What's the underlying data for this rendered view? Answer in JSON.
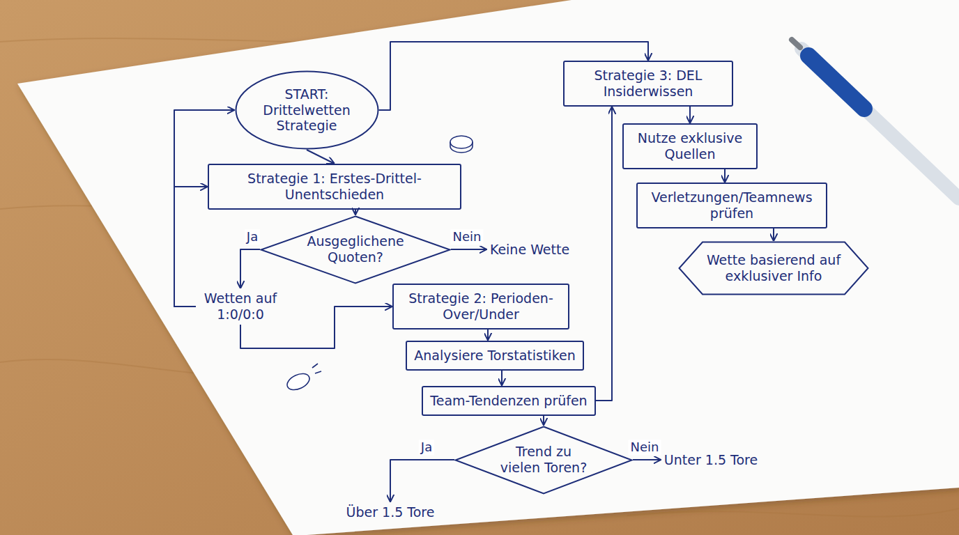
{
  "diagram": {
    "nodes": [
      {
        "text": [
          "START: Drittelwetten Strategie"
        ]
      },
      {
        "text": [
          "Strategie 1: Erstes-Drittel-Unentschieden"
        ]
      },
      {
        "text": [
          "Ausgeglichene Quoten?"
        ]
      },
      {
        "text": [
          "Keine Wette"
        ]
      },
      {
        "text": [
          "Wetten auf 1:0/0:0"
        ]
      },
      {
        "text": [
          "Strategie 2: Perioden-Over/Under"
        ]
      },
      {
        "text": [
          "Analysiere Torstatistiken"
        ]
      },
      {
        "text": [
          "Team-Tendenzen prüfen"
        ]
      },
      {
        "text": [
          "Trend zu vielen Toren?"
        ]
      },
      {
        "text": [
          "Über 1.5 Tore"
        ]
      },
      {
        "text": [
          "Unter 1.5 Tore"
        ]
      },
      {
        "text": [
          "Strategie 3: DEL Insiderwissen"
        ]
      },
      {
        "text": [
          "Nutze exklusive Quellen"
        ]
      },
      {
        "text": [
          "Verletzungen/Teamnews prüfen"
        ]
      },
      {
        "text": [
          "Wette basierend auf exklusiver Info"
        ]
      }
    ],
    "edges": [
      {
        "from": 0,
        "to": 1,
        "arrow": "to"
      },
      {
        "from": 0,
        "to": 11,
        "arrow": "to"
      },
      {
        "from": 1,
        "to": 2,
        "arrow": "to"
      },
      {
        "from": 2,
        "to": 3,
        "label": "Nein",
        "arrow": "to"
      },
      {
        "from": 2,
        "to": 4,
        "label": "Ja",
        "arrow": "to"
      },
      {
        "from": 4,
        "to": 0,
        "arrow": "to"
      },
      {
        "from": 4,
        "to": 1,
        "arrow": "to"
      },
      {
        "from": 4,
        "to": 5,
        "arrow": "to"
      },
      {
        "from": 5,
        "to": 6,
        "arrow": "to"
      },
      {
        "from": 6,
        "to": 7,
        "arrow": "to"
      },
      {
        "from": 7,
        "to": 8,
        "arrow": "to"
      },
      {
        "from": 8,
        "to": 9,
        "label": "Ja",
        "arrow": "to"
      },
      {
        "from": 8,
        "to": 10,
        "label": "Nein",
        "arrow": "to"
      },
      {
        "from": 7,
        "to": 11,
        "arrow": "to"
      },
      {
        "from": 11,
        "to": 12,
        "arrow": "to"
      },
      {
        "from": 12,
        "to": 13,
        "arrow": "to"
      },
      {
        "from": 13,
        "to": 14,
        "arrow": "to"
      }
    ]
  }
}
